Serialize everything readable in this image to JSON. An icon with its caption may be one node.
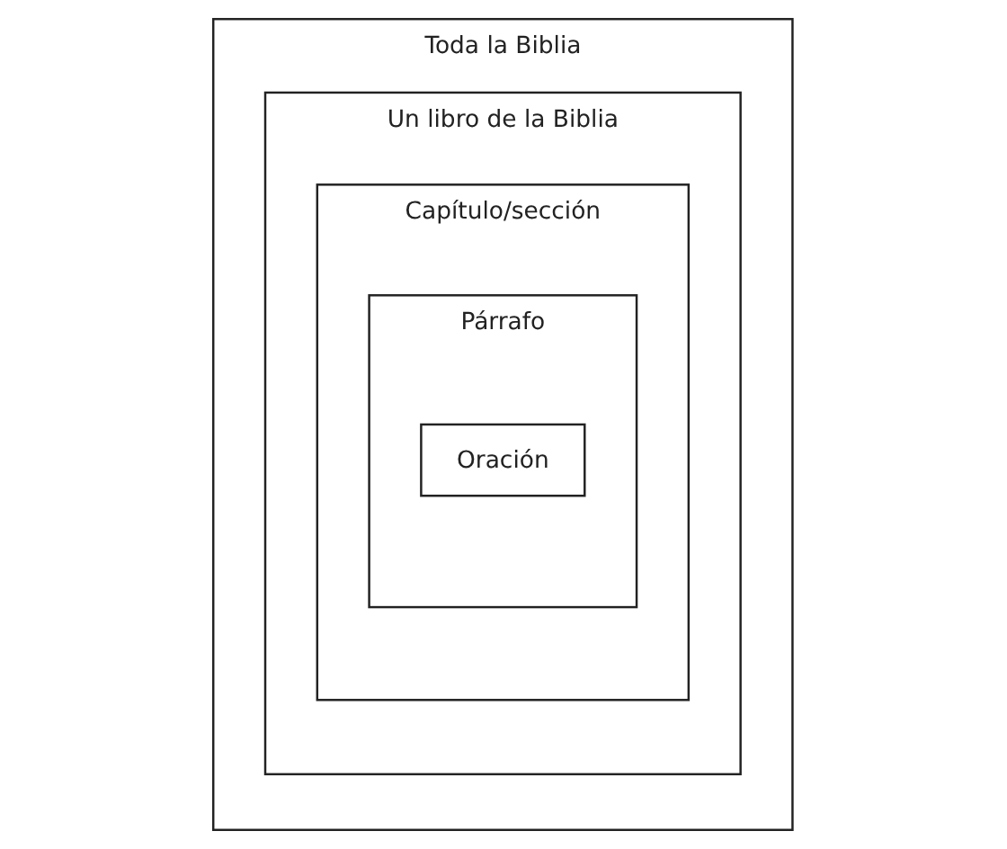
{
  "diagram": {
    "nodes": [
      {
        "text": [
          "Toda la Biblia"
        ]
      },
      {
        "text": [
          "Un libro de la Biblia"
        ],
        "in": 0
      },
      {
        "text": [
          "Capítulo/sección"
        ],
        "in": 1
      },
      {
        "text": [
          "Párrafo"
        ],
        "in": 2
      },
      {
        "text": [
          "Oración"
        ],
        "in": 3
      }
    ]
  }
}
